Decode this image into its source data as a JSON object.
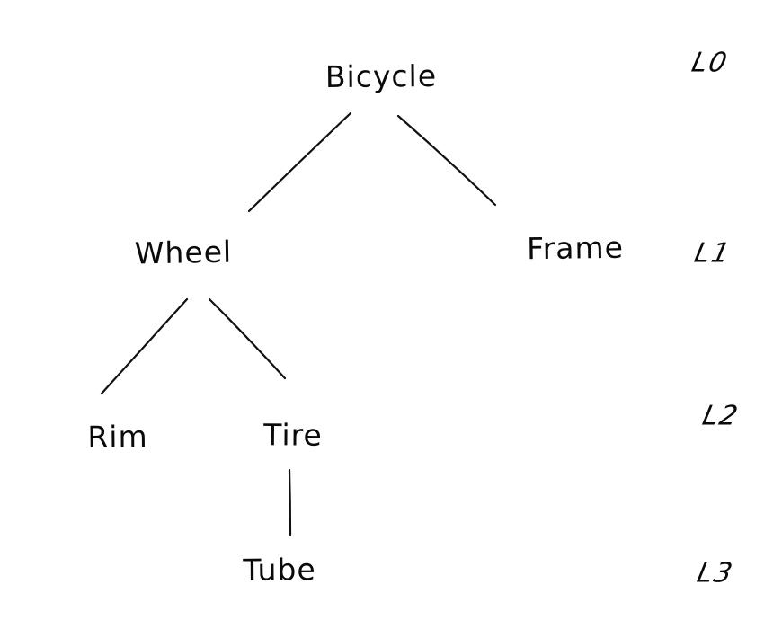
{
  "diagram": {
    "type": "tree",
    "description": "Hand-drawn bicycle component hierarchy tree with level labels",
    "nodes": [
      {
        "id": "bicycle",
        "label": "Bicycle",
        "level": "L0",
        "parent": null
      },
      {
        "id": "wheel",
        "label": "Wheel",
        "level": "L1",
        "parent": "bicycle"
      },
      {
        "id": "frame",
        "label": "Frame",
        "level": "L1",
        "parent": "bicycle"
      },
      {
        "id": "rim",
        "label": "Rim",
        "level": "L2",
        "parent": "wheel"
      },
      {
        "id": "tire",
        "label": "Tire",
        "level": "L2",
        "parent": "wheel"
      },
      {
        "id": "tube",
        "label": "Tube",
        "level": "L3",
        "parent": "tire"
      }
    ],
    "edges": [
      {
        "from": "bicycle",
        "to": "wheel"
      },
      {
        "from": "bicycle",
        "to": "frame"
      },
      {
        "from": "wheel",
        "to": "rim"
      },
      {
        "from": "wheel",
        "to": "tire"
      },
      {
        "from": "tire",
        "to": "tube"
      }
    ],
    "level_labels": [
      {
        "label": "L0"
      },
      {
        "label": "L1"
      },
      {
        "label": "L2"
      },
      {
        "label": "L3"
      }
    ],
    "colors": {
      "ink": "#111111",
      "background": "#ffffff"
    }
  }
}
